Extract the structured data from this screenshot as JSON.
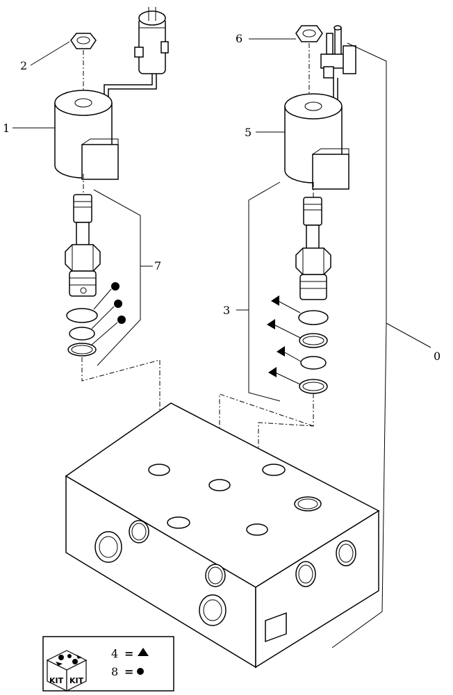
{
  "callouts": {
    "c0": "0",
    "c1": "1",
    "c2": "2",
    "c3": "3",
    "c5": "5",
    "c6": "6",
    "c7": "7"
  },
  "legend": {
    "kit_text_1": "KIT",
    "kit_text_2": "KIT",
    "row1_number": "4",
    "row1_equals": "=",
    "row1_symbol": "triangle",
    "row2_number": "8",
    "row2_equals": "=",
    "row2_symbol": "dot"
  }
}
